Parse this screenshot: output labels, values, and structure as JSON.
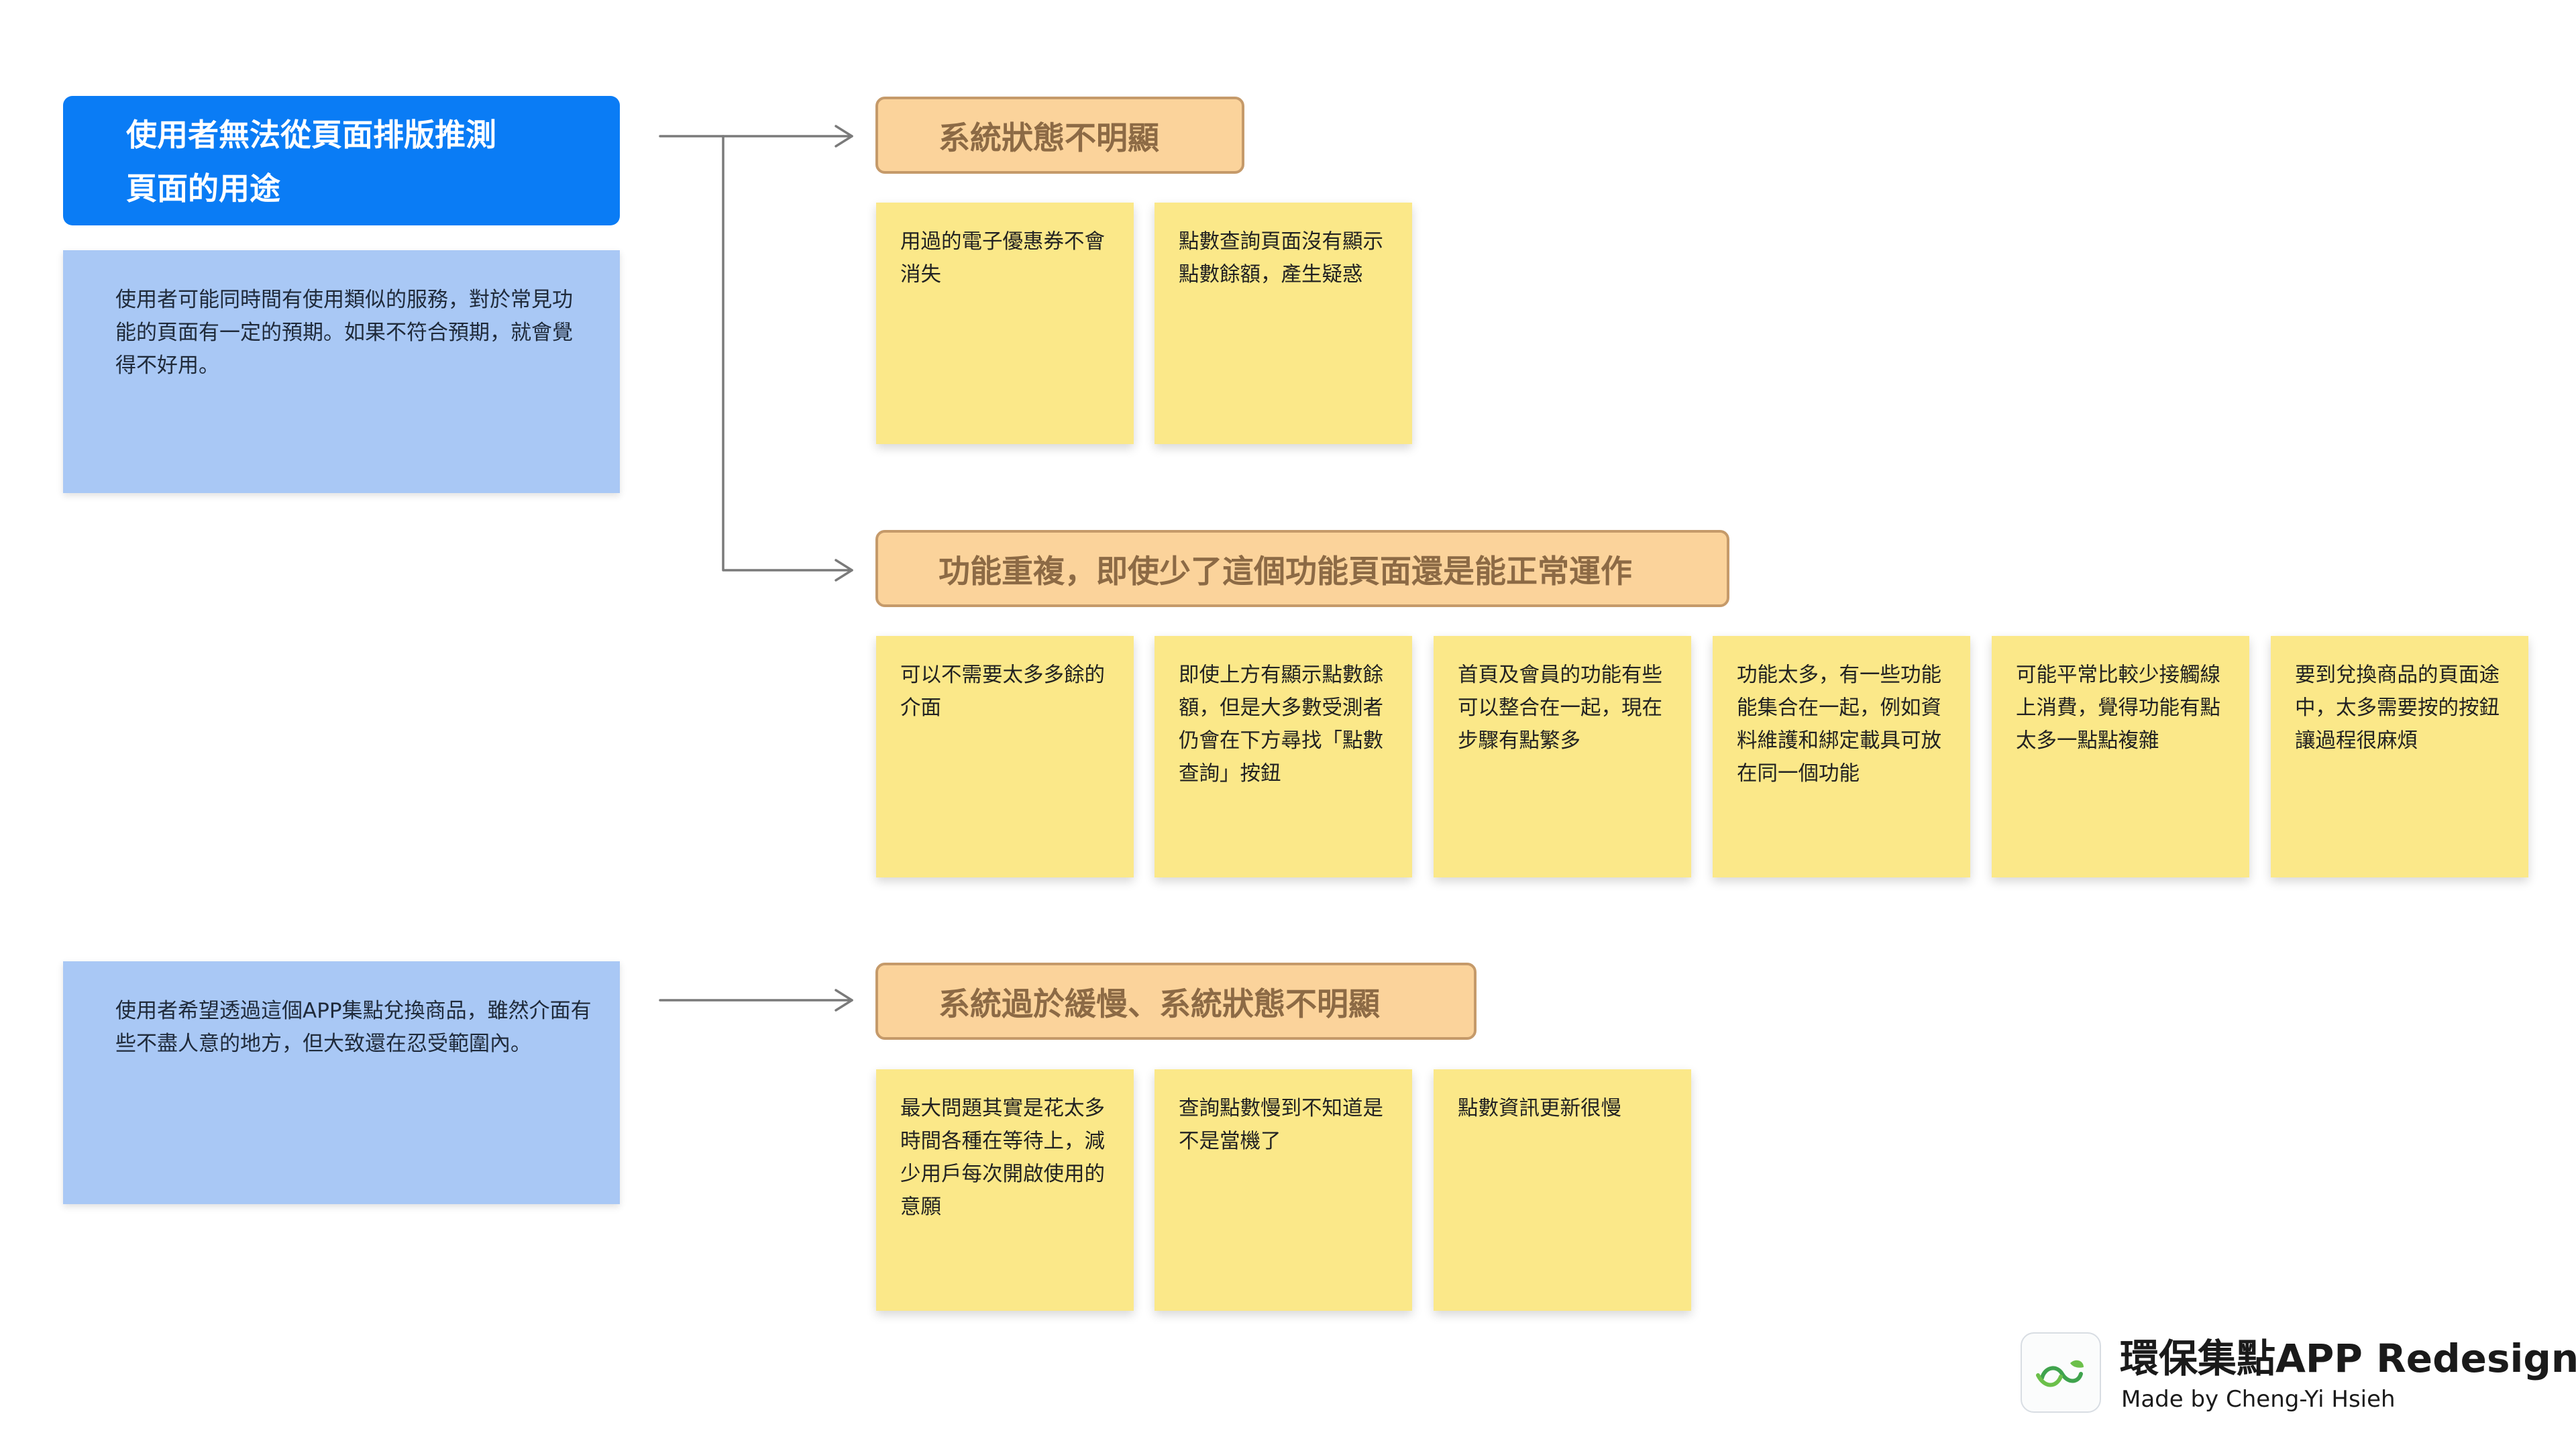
{
  "problems": [
    {
      "title_lines": [
        "使用者無法從頁面排版推測",
        "頁面的用途"
      ],
      "description": "使用者可能同時間有使用類似的服務，對於常見功能的頁面有一定的預期。如果不符合預期，就會覺得不好用。"
    },
    {
      "description": "使用者希望透過這個APP集點兌換商品，雖然介面有些不盡人意的地方，但大致還在忍受範圍內。"
    }
  ],
  "categories": [
    {
      "label": "系統狀態不明顯",
      "notes": [
        "用過的電子優惠券不會消失",
        "點數查詢頁面沒有顯示點數餘額，產生疑惑"
      ]
    },
    {
      "label": "功能重複，即使少了這個功能頁面還是能正常運作",
      "notes": [
        "可以不需要太多多餘的介面",
        "即使上方有顯示點數餘額，但是大多數受測者仍會在下方尋找「點數查詢」按鈕",
        "首頁及會員的功能有些可以整合在一起，現在步驟有點繁多",
        "功能太多，有一些功能能集合在一起，例如資料維護和綁定載具可放在同一個功能",
        "可能平常比較少接觸線上消費，覺得功能有點太多一點點複雜",
        "要到兌換商品的頁面途中，太多需要按的按鈕讓過程很麻煩"
      ]
    },
    {
      "label": "系統過於緩慢、系統狀態不明顯",
      "notes": [
        "最大問題其實是花太多時間各種在等待上，減少用戶每次開啟使用的意願",
        "查詢點數慢到不知道是不是當機了",
        "點數資訊更新很慢"
      ]
    }
  ],
  "colors": {
    "title_blue": "#0a7cf5",
    "note_blue": "#a9c8f5",
    "pill_orange": "#fbd39b",
    "pill_text": "#8c6a45",
    "sticky_yellow": "#fbe889",
    "connector": "#7a7a7a"
  },
  "footer": {
    "logo_icon": "recycle-leaf-logo-icon",
    "title": "環保集點APP Redesign",
    "subtitle": "Made by Cheng-Yi Hsieh"
  }
}
